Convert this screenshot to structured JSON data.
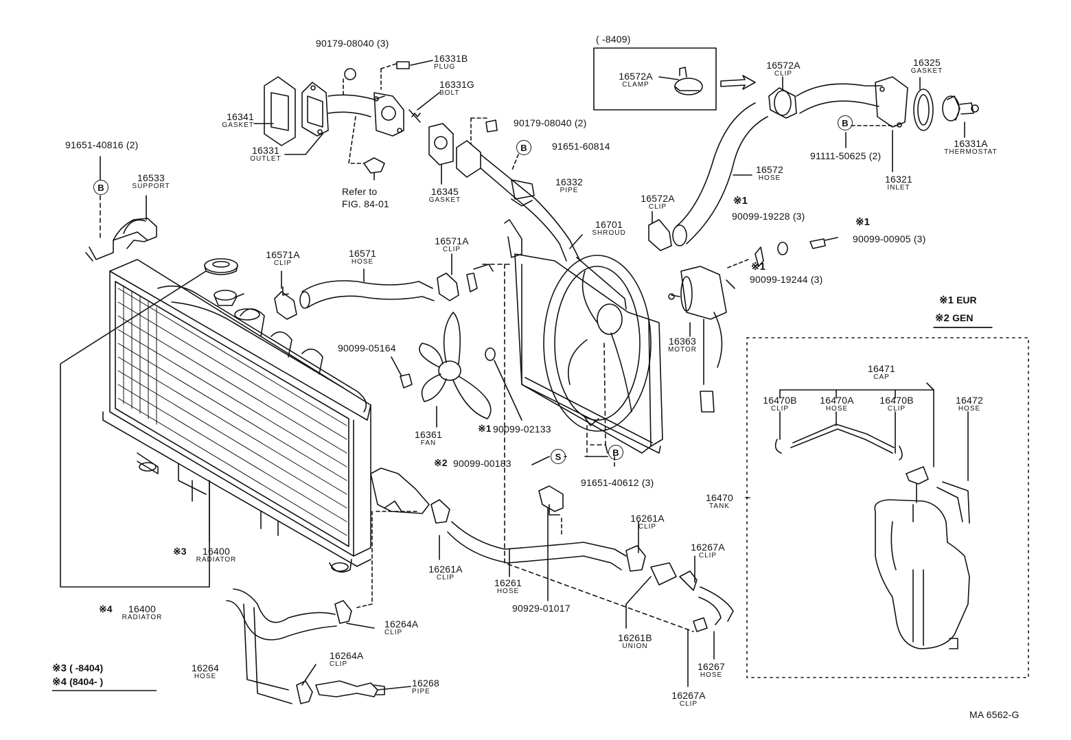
{
  "callouts": [
    {
      "id": "c01",
      "pn": "90179-08040 (3)",
      "nm": ""
    },
    {
      "id": "c02",
      "pn": "16331B",
      "nm": "PLUG"
    },
    {
      "id": "c03",
      "pn": "16331G",
      "nm": "BOLT"
    },
    {
      "id": "c04",
      "pn": "16341",
      "nm": "GASKET"
    },
    {
      "id": "c05",
      "pn": "16331",
      "nm": "OUTLET"
    },
    {
      "id": "c06",
      "pn": "Refer to",
      "nm": ""
    },
    {
      "id": "c07",
      "pn": "FIG. 84-01",
      "nm": ""
    },
    {
      "id": "c08",
      "pn": "16345",
      "nm": "GASKET"
    },
    {
      "id": "c09",
      "pn": "90179-08040 (2)",
      "nm": ""
    },
    {
      "id": "c10",
      "pn": "91651-60814",
      "nm": ""
    },
    {
      "id": "c11",
      "pn": "16332",
      "nm": "PIPE"
    },
    {
      "id": "c12",
      "pn": "91651-40816 (2)",
      "nm": ""
    },
    {
      "id": "c13",
      "pn": "16533",
      "nm": "SUPPORT"
    },
    {
      "id": "c14",
      "pn": "16571A",
      "nm": "CLIP"
    },
    {
      "id": "c15",
      "pn": "16571",
      "nm": "HOSE"
    },
    {
      "id": "c16",
      "pn": "16571A",
      "nm": "CLIP"
    },
    {
      "id": "c17",
      "pn": "16701",
      "nm": "SHROUD"
    },
    {
      "id": "c18",
      "pn": "(        -8409)",
      "nm": ""
    },
    {
      "id": "c19",
      "pn": "16572A",
      "nm": "CLAMP"
    },
    {
      "id": "c20",
      "pn": "16572A",
      "nm": "CLIP"
    },
    {
      "id": "c21",
      "pn": "16325",
      "nm": "GASKET"
    },
    {
      "id": "c22",
      "pn": "16331A",
      "nm": "THERMOSTAT"
    },
    {
      "id": "c23",
      "pn": "91111-50625 (2)",
      "nm": ""
    },
    {
      "id": "c24",
      "pn": "16321",
      "nm": "INLET"
    },
    {
      "id": "c25",
      "pn": "16572",
      "nm": "HOSE"
    },
    {
      "id": "c26",
      "pn": "16572A",
      "nm": "CLIP"
    },
    {
      "id": "c27",
      "pn": "90099-19228 (3)",
      "nm": ""
    },
    {
      "id": "c28",
      "pn": "90099-00905 (3)",
      "nm": ""
    },
    {
      "id": "c29",
      "pn": "90099-19244 (3)",
      "nm": ""
    },
    {
      "id": "c30",
      "pn": "16363",
      "nm": "MOTOR"
    },
    {
      "id": "c31",
      "pn": "90099-05164",
      "nm": ""
    },
    {
      "id": "c32",
      "pn": "16361",
      "nm": "FAN"
    },
    {
      "id": "c33",
      "pn": "90099-02133",
      "nm": ""
    },
    {
      "id": "c34",
      "pn": "90099-00183",
      "nm": ""
    },
    {
      "id": "c35",
      "pn": "91651-40612 (3)",
      "nm": ""
    },
    {
      "id": "c36",
      "pn": "16471",
      "nm": "CAP"
    },
    {
      "id": "c37",
      "pn": "16470B",
      "nm": "CLIP"
    },
    {
      "id": "c38",
      "pn": "16470A",
      "nm": "HOSE"
    },
    {
      "id": "c39",
      "pn": "16470B",
      "nm": "CLIP"
    },
    {
      "id": "c40",
      "pn": "16472",
      "nm": "HOSE"
    },
    {
      "id": "c41",
      "pn": "16470",
      "nm": "TANK"
    },
    {
      "id": "c42",
      "pn": "16400",
      "nm": "RADIATOR"
    },
    {
      "id": "c43",
      "pn": "16400",
      "nm": "RADIATOR"
    },
    {
      "id": "c44",
      "pn": "16261A",
      "nm": "CLIP"
    },
    {
      "id": "c45",
      "pn": "16261",
      "nm": "HOSE"
    },
    {
      "id": "c46",
      "pn": "90929-01017",
      "nm": ""
    },
    {
      "id": "c47",
      "pn": "16261A",
      "nm": "CLIP"
    },
    {
      "id": "c48",
      "pn": "16267A",
      "nm": "CLIP"
    },
    {
      "id": "c49",
      "pn": "16261B",
      "nm": "UNION"
    },
    {
      "id": "c50",
      "pn": "16267",
      "nm": "HOSE"
    },
    {
      "id": "c51",
      "pn": "16267A",
      "nm": "CLIP"
    },
    {
      "id": "c52",
      "pn": "16264A",
      "nm": "CLIP"
    },
    {
      "id": "c53",
      "pn": "16264A",
      "nm": "CLIP"
    },
    {
      "id": "c54",
      "pn": "16264",
      "nm": "HOSE"
    },
    {
      "id": "c55",
      "pn": "16268",
      "nm": "PIPE"
    }
  ],
  "marks": {
    "n1": "※1",
    "n1b": "※1",
    "n1c": "※1",
    "n1d": "※1",
    "n2": "※2",
    "n3": "※3",
    "n4": "※4"
  },
  "circles": {
    "b": "B",
    "s": "S"
  },
  "legend": {
    "k1": "※1",
    "k1v": "EUR",
    "k2": "※2",
    "k2v": "GEN",
    "k3": "※3",
    "k3v": "(        -8404)",
    "k4": "※4",
    "k4v": "(8404-        )"
  },
  "code": "MA 6562-G"
}
